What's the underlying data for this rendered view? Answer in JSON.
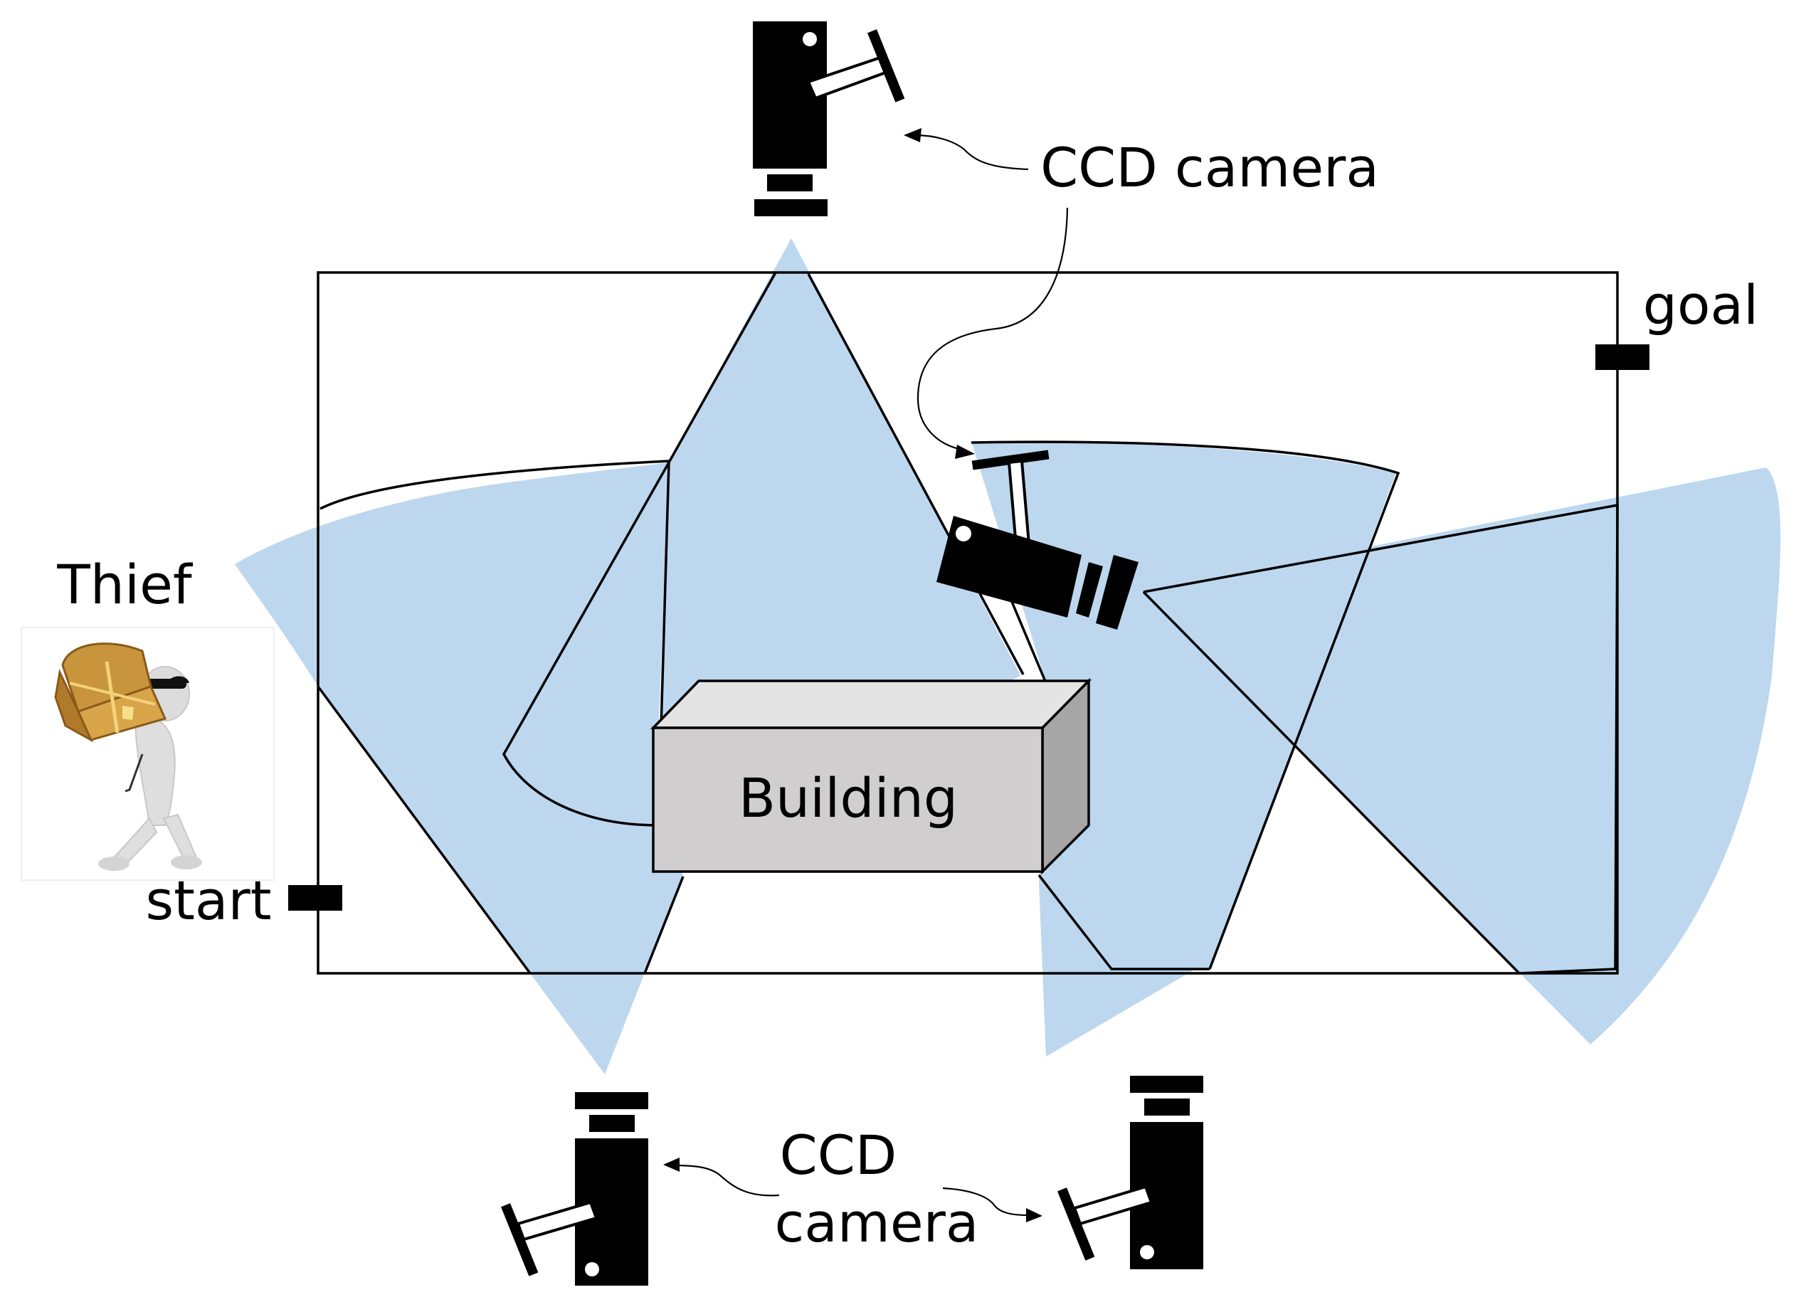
{
  "labels": {
    "ccd_camera_top": "CCD camera",
    "ccd_camera_bottom_line1": "CCD",
    "ccd_camera_bottom_line2": "camera",
    "goal": "goal",
    "start": "start",
    "thief": "Thief",
    "building": "Building"
  },
  "colors": {
    "field_of_view": "#bdd7ee",
    "building_front": "#d0cece",
    "building_top": "#e4e4e4",
    "building_side": "#a6a6a6",
    "camera": "#000000"
  },
  "icons": {
    "thief": "thief-carrying-treasure-chest-icon",
    "camera": "cctv-camera-icon"
  }
}
